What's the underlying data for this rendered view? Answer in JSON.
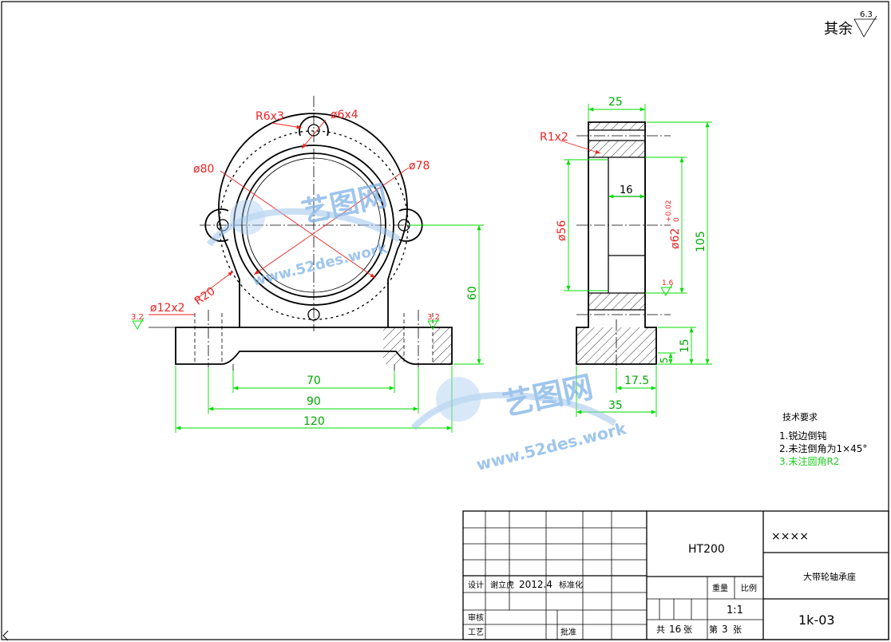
{
  "surface_finish": {
    "label": "其余",
    "value": "6.3"
  },
  "front_view": {
    "labels": {
      "r6x3": "R6x3",
      "d6x4": "ø6x4",
      "d80": "ø80",
      "d78": "ø78",
      "r20": "R20",
      "d12x2": "ø12x2",
      "ra_left": "3.2",
      "ra_right": "3.2",
      "h60": "60",
      "w70": "70",
      "w90": "90",
      "w120": "120"
    }
  },
  "side_view": {
    "labels": {
      "w25": "25",
      "r1x2": "R1x2",
      "w16": "16",
      "d56": "ø56",
      "d62": "ø62",
      "d62_tol_up": "+0.02",
      "d62_tol_low": "0",
      "h105": "105",
      "h15": "15",
      "h5": "5",
      "w17_5": "17.5",
      "w35": "35",
      "ra": "1.6"
    }
  },
  "tech_requirements": {
    "title": "技术要求",
    "items": [
      {
        "text": "1.锐边倒钝",
        "color": "#000000"
      },
      {
        "text": "2.未注倒角为1×45°",
        "color": "#000000"
      },
      {
        "text": "3.未注圆角R2",
        "color": "#22cc22"
      }
    ]
  },
  "watermark": {
    "brand": "艺图网",
    "url": "www.52des.work"
  },
  "title_block": {
    "material": "HT200",
    "company": "××××",
    "part_name": "大带轮轴承座",
    "drawing_no": "1k-03",
    "weight_label": "重量",
    "scale_label": "比例",
    "scale": "1:1",
    "sheets_prefix": "共",
    "sheets_total": "16",
    "sheets_unit": "张",
    "sheet_prefix": "第",
    "sheet_no": "3",
    "sheet_unit": "张",
    "design_label": "设计",
    "designer": "谢立虎",
    "date": "2012.4",
    "standard_label": "标准化",
    "review_label": "审核",
    "process_label": "工艺",
    "approve_label": "批准"
  },
  "colors": {
    "lines": "#000000",
    "dimensions": "#00dd00",
    "annotations": "#ee2222",
    "roughness": "#e8c000",
    "watermark": "#7fb2e6"
  }
}
